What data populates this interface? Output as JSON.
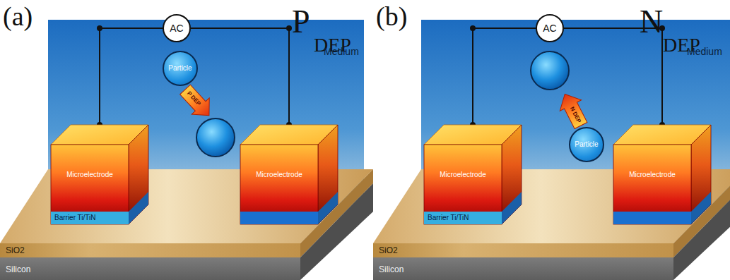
{
  "diagram": {
    "nodes": [
      {
        "text": [
          "AC"
        ]
      },
      {
        "text": [
          "Particle"
        ]
      },
      {
        "text": [
          "Microelectrode",
          "Barrier Ti/TiN"
        ]
      },
      {
        "text": [
          "Microelectrode"
        ]
      },
      {
        "text": [
          "AC"
        ]
      },
      {
        "text": [
          "Particle"
        ]
      },
      {
        "text": [
          "Microelectrode",
          "Barrier Ti/TiN"
        ]
      },
      {
        "text": [
          "Microelectrode"
        ]
      }
    ],
    "edges": [
      {
        "from": 0,
        "to": 2,
        "arrow": "none"
      },
      {
        "from": 0,
        "to": 3,
        "arrow": "none"
      },
      {
        "from": 4,
        "to": 6,
        "arrow": "none"
      },
      {
        "from": 4,
        "to": 7,
        "arrow": "none"
      }
    ],
    "labels": [
      "(a)",
      "P",
      "DEP",
      "Medium",
      "P DEP",
      "SiO2",
      "Silicon",
      "(b)",
      "N",
      "DEP",
      "Medium",
      "N DEP",
      "SiO2",
      "Silicon"
    ]
  }
}
